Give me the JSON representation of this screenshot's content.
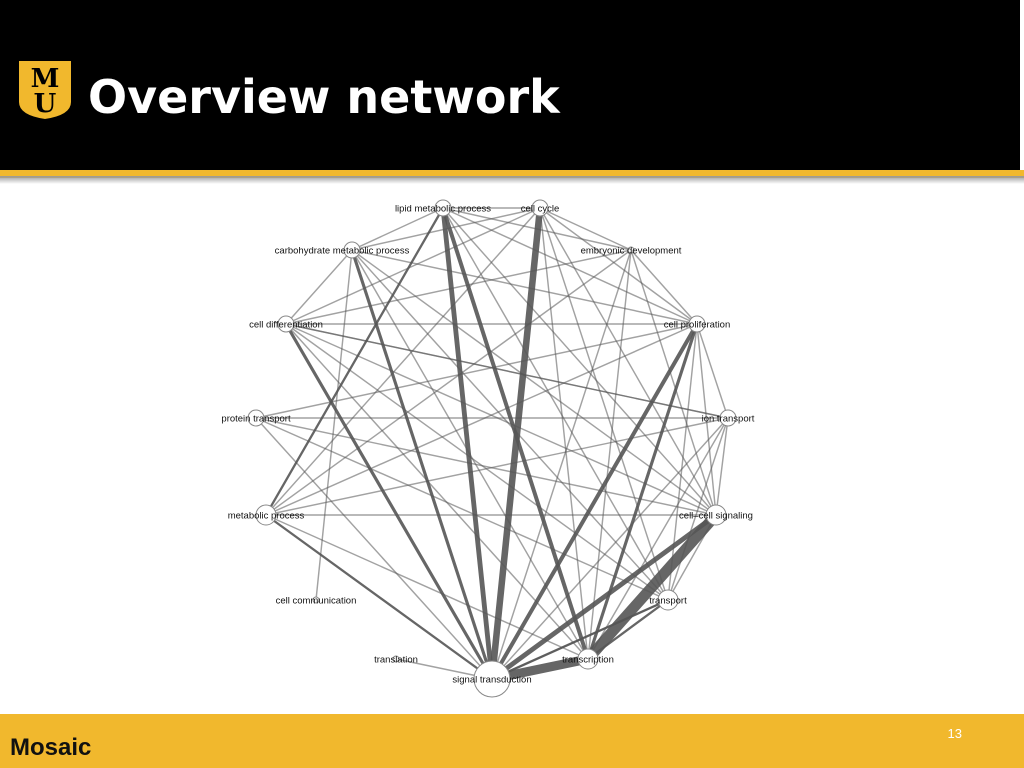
{
  "slide": {
    "title": "Overview network",
    "footer_text": "Mosaic",
    "page_number": "13"
  },
  "colors": {
    "header_bg": "#000000",
    "accent_gold": "#f1b82d",
    "title_text": "#ffffff",
    "edge_gray": "#555555",
    "node_fill": "#ffffff",
    "node_stroke": "#888888"
  },
  "logo": {
    "letters": "MU"
  },
  "network": {
    "nodes": [
      {
        "id": "lipid",
        "label": "lipid metabolic process",
        "size": 2
      },
      {
        "id": "cellcycle",
        "label": "cell cycle",
        "size": 2
      },
      {
        "id": "carb",
        "label": "carbohydrate metabolic process",
        "size": 2
      },
      {
        "id": "embryo",
        "label": "embryonic development",
        "size": 1
      },
      {
        "id": "diff",
        "label": "cell differentiation",
        "size": 2
      },
      {
        "id": "prolif",
        "label": "cell proliferation",
        "size": 2
      },
      {
        "id": "protein",
        "label": "protein transport",
        "size": 2
      },
      {
        "id": "ion",
        "label": "ion transport",
        "size": 2
      },
      {
        "id": "metab",
        "label": "metabolic process",
        "size": 3
      },
      {
        "id": "signaling",
        "label": "cell–cell signaling",
        "size": 3
      },
      {
        "id": "comm",
        "label": "cell communication",
        "size": 1
      },
      {
        "id": "transport",
        "label": "transport",
        "size": 3
      },
      {
        "id": "translation",
        "label": "translation",
        "size": 1
      },
      {
        "id": "transcription",
        "label": "transcription",
        "size": 3
      },
      {
        "id": "signal",
        "label": "signal transduction",
        "size": 5
      }
    ],
    "edges": [
      [
        "signal",
        "cellcycle",
        7
      ],
      [
        "signal",
        "signaling",
        5
      ],
      [
        "signal",
        "transcription",
        10
      ],
      [
        "transcription",
        "signaling",
        12
      ],
      [
        "transcription",
        "lipid",
        4
      ],
      [
        "signal",
        "lipid",
        5
      ],
      [
        "signal",
        "carb",
        3
      ],
      [
        "signal",
        "prolif",
        4
      ],
      [
        "transcription",
        "prolif",
        3
      ],
      [
        "signal",
        "diff",
        3
      ],
      [
        "signal",
        "metab",
        2
      ],
      [
        "metab",
        "lipid",
        2
      ],
      [
        "comm",
        "carb",
        1
      ],
      [
        "transport",
        "transcription",
        2
      ],
      [
        "transport",
        "signal",
        2
      ],
      [
        "signaling",
        "ion",
        1
      ],
      [
        "signaling",
        "transport",
        1
      ],
      [
        "signal",
        "embryo",
        1
      ],
      [
        "signal",
        "ion",
        1
      ],
      [
        "signal",
        "protein",
        1
      ],
      [
        "signal",
        "translation",
        1
      ],
      [
        "signal",
        "transport",
        1
      ],
      [
        "transcription",
        "cellcycle",
        1
      ],
      [
        "transcription",
        "embryo",
        1
      ],
      [
        "transcription",
        "diff",
        1
      ],
      [
        "transcription",
        "carb",
        1
      ],
      [
        "transcription",
        "ion",
        1
      ],
      [
        "transcription",
        "metab",
        1
      ],
      [
        "lipid",
        "cellcycle",
        1
      ],
      [
        "lipid",
        "embryo",
        1
      ],
      [
        "lipid",
        "prolif",
        1
      ],
      [
        "lipid",
        "signaling",
        1
      ],
      [
        "lipid",
        "transport",
        1
      ],
      [
        "lipid",
        "carb",
        1
      ],
      [
        "cellcycle",
        "carb",
        1
      ],
      [
        "cellcycle",
        "embryo",
        1
      ],
      [
        "cellcycle",
        "prolif",
        1
      ],
      [
        "cellcycle",
        "diff",
        1
      ],
      [
        "cellcycle",
        "signaling",
        1
      ],
      [
        "cellcycle",
        "transport",
        1
      ],
      [
        "carb",
        "diff",
        1
      ],
      [
        "carb",
        "prolif",
        1
      ],
      [
        "carb",
        "signaling",
        1
      ],
      [
        "carb",
        "transport",
        1
      ],
      [
        "embryo",
        "prolif",
        1
      ],
      [
        "embryo",
        "signaling",
        1
      ],
      [
        "embryo",
        "metab",
        1
      ],
      [
        "embryo",
        "diff",
        1
      ],
      [
        "diff",
        "prolif",
        1
      ],
      [
        "diff",
        "signaling",
        1
      ],
      [
        "diff",
        "transport",
        1
      ],
      [
        "diff",
        "ion",
        1
      ],
      [
        "protein",
        "ion",
        1
      ],
      [
        "protein",
        "prolif",
        1
      ],
      [
        "protein",
        "transport",
        1
      ],
      [
        "protein",
        "signaling",
        1
      ],
      [
        "metab",
        "prolif",
        1
      ],
      [
        "metab",
        "signaling",
        1
      ],
      [
        "metab",
        "ion",
        1
      ],
      [
        "metab",
        "cellcycle",
        1
      ],
      [
        "prolif",
        "ion",
        1
      ],
      [
        "prolif",
        "signaling",
        1
      ],
      [
        "prolif",
        "transport",
        1
      ],
      [
        "ion",
        "transport",
        1
      ],
      [
        "ion",
        "diff",
        1
      ]
    ]
  }
}
